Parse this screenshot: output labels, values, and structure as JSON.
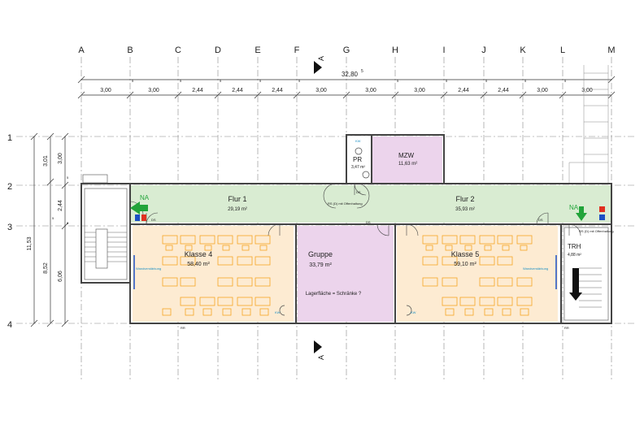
{
  "axes_columns": [
    "A",
    "B",
    "C",
    "D",
    "E",
    "F",
    "G",
    "H",
    "I",
    "J",
    "K",
    "L",
    "M"
  ],
  "axes_rows": [
    "1",
    "2",
    "3",
    "4"
  ],
  "total_width": "32,80",
  "total_width_sup": "5",
  "column_dims": [
    "3,00",
    "3,00",
    "2,44",
    "2,44",
    "2,44",
    "3,00",
    "3,00",
    "3,00",
    "2,44",
    "2,44",
    "3,00"
  ],
  "column_sup": "5",
  "row_dims": {
    "d1": "3,01",
    "d2": "3,00",
    "d3": "2,44",
    "d4": "6,06",
    "d5": "8,52",
    "d6": "11,53",
    "sup": "5"
  },
  "section_label": "A",
  "rooms": {
    "flur1": {
      "name": "Flur 1",
      "area": "29,19 m²"
    },
    "flur2": {
      "name": "Flur 2",
      "area": "35,93 m²"
    },
    "pr": {
      "name": "PR",
      "area": "3,47 m²"
    },
    "mzw": {
      "name": "MZW",
      "area": "11,63 m²"
    },
    "klasse4": {
      "name": "Klasse 4",
      "area": "58,40 m²"
    },
    "klasse5": {
      "name": "Klasse 5",
      "area": "59,10 m²"
    },
    "gruppe": {
      "name": "Gruppe",
      "area": "33,79 m²",
      "note": "Lagerfläche = Schränke ?"
    },
    "trh": {
      "name": "TRH",
      "area": "4,88 m²"
    }
  },
  "labels": {
    "na": "NA",
    "kw": "KW",
    "wand": "Wandverstärkung",
    "rs": "RS (D) mit Offenhaltung",
    "rr": "RR",
    "ds": "DS"
  },
  "colors": {
    "flur": "#d9ecd2",
    "klasse": "#fdebd2",
    "gruppe": "#ecd4ec",
    "mzw": "#ecd4ec",
    "furniture": "#f5a623",
    "exit_arrow": "#22a43a",
    "sign_red": "#e03020",
    "sign_blue": "#1a4fc4"
  }
}
